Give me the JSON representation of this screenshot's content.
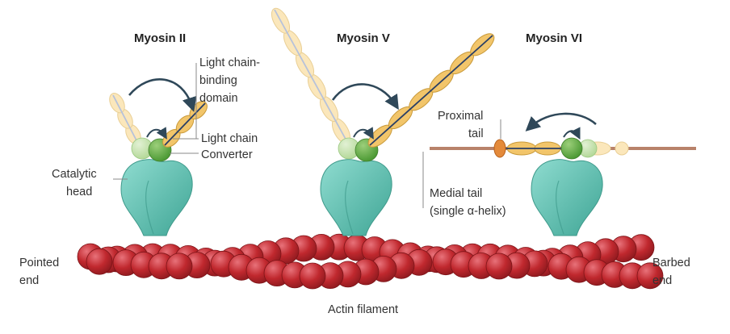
{
  "titles": {
    "myosin2": "Myosin II",
    "myosin5": "Myosin V",
    "myosin6": "Myosin VI"
  },
  "labels": {
    "lcbd_line1": "Light chain-",
    "lcbd_line2": "binding",
    "lcbd_line3": "domain",
    "light_chain": "Light chain",
    "converter": "Converter",
    "catalytic_line1": "Catalytic",
    "catalytic_line2": "head",
    "proximal_line1": "Proximal",
    "proximal_line2": "tail",
    "medial_line1": "Medial tail",
    "medial_line2": "(single α-helix)",
    "pointed_line1": "Pointed",
    "pointed_line2": "end",
    "barbed_line1": "Barbed",
    "barbed_line2": "end",
    "actin": "Actin filament"
  },
  "colors": {
    "actin": "#c0282e",
    "actin_highlight": "#e06066",
    "head": "#5fc4b4",
    "head_light": "#8fdcd0",
    "converter": "#6cae4a",
    "converter_light": "#b5d99a",
    "light_chain": "#f2c56a",
    "light_chain_pale": "#fbe7bb",
    "helix": "#2a3f66",
    "helix_pale": "#9aa9c8",
    "tail": "#b8826a",
    "proximal": "#e48a3a",
    "arrow": "#2f4859"
  }
}
